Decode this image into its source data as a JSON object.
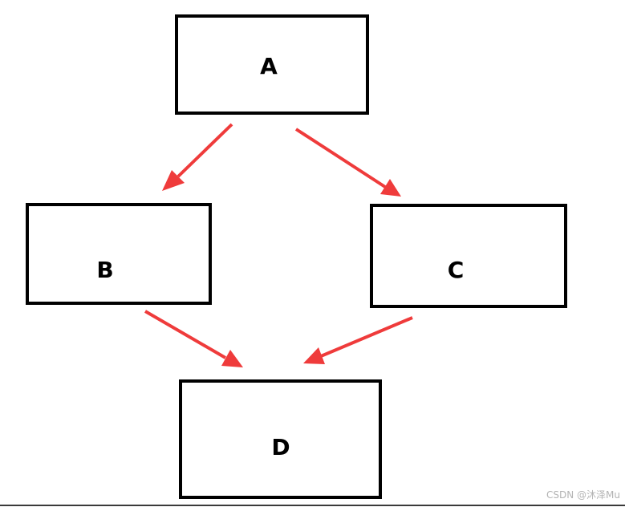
{
  "nodes": {
    "a": {
      "label": "A"
    },
    "b": {
      "label": "B"
    },
    "c": {
      "label": "C"
    },
    "d": {
      "label": "D"
    }
  },
  "edges": [
    {
      "from": "A",
      "to": "B"
    },
    {
      "from": "A",
      "to": "C"
    },
    {
      "from": "B",
      "to": "D"
    },
    {
      "from": "C",
      "to": "D"
    }
  ],
  "colors": {
    "arrow": "#ef3b3b",
    "box_border": "#000000",
    "background": "#ffffff"
  },
  "watermark": {
    "text": "CSDN @沐泽Mu"
  }
}
